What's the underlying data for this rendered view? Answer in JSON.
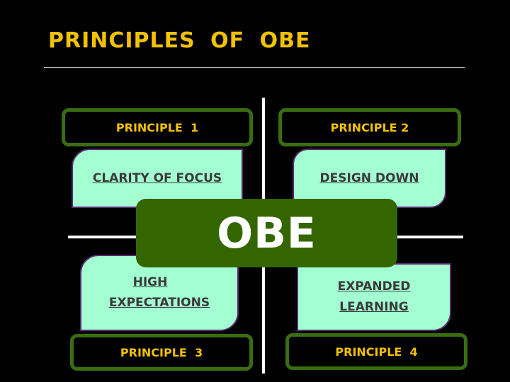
{
  "title": "PRINCIPLES  OF  OBE",
  "center": "OBE",
  "principles": [
    {
      "label": "PRINCIPLE  1",
      "concept": [
        "CLARITY OF FOCUS"
      ]
    },
    {
      "label": "PRINCIPLE 2",
      "concept": [
        "DESIGN DOWN"
      ]
    },
    {
      "label": "PRINCIPLE  3",
      "concept": [
        "HIGH",
        "EXPECTATIONS"
      ]
    },
    {
      "label": "PRINCIPLE  4",
      "concept": [
        "EXPANDED",
        "LEARNING"
      ]
    }
  ],
  "colors": {
    "background": "#000000",
    "title": "#f2c200",
    "box_border": "#3a6d12",
    "card_fill": "#a3ffd2",
    "center_fill": "#336600"
  }
}
